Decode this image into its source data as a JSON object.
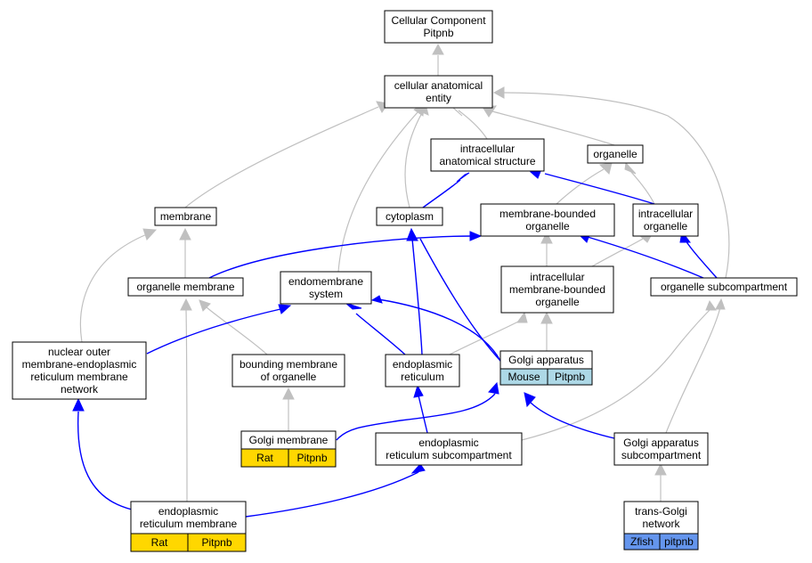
{
  "colors": {
    "gray_edge": "#c0c0c0",
    "blue_edge": "#0000ff",
    "mouse": "#add8e6",
    "rat": "#ffd700",
    "zfish": "#6495ed"
  },
  "nodes": {
    "root": [
      "Cellular Component",
      "Pitpnb"
    ],
    "cae": [
      "cellular anatomical",
      "entity"
    ],
    "ias": [
      "intracellular",
      "anatomical structure"
    ],
    "organelle": [
      "organelle"
    ],
    "membrane": [
      "membrane"
    ],
    "cytoplasm": [
      "cytoplasm"
    ],
    "mbo": [
      "membrane-bounded",
      "organelle"
    ],
    "io": [
      "intracellular",
      "organelle"
    ],
    "om": [
      "organelle membrane"
    ],
    "es": [
      "endomembrane",
      "system"
    ],
    "imbo": [
      "intracellular",
      "membrane-bounded",
      "organelle"
    ],
    "os": [
      "organelle subcompartment"
    ],
    "nomer": [
      "nuclear outer",
      "membrane-endoplasmic",
      "reticulum membrane",
      "network"
    ],
    "bmo": [
      "bounding membrane",
      "of organelle"
    ],
    "er": [
      "endoplasmic",
      "reticulum"
    ],
    "ga": [
      "Golgi apparatus"
    ],
    "gm": [
      "Golgi membrane"
    ],
    "ers": [
      "endoplasmic",
      "reticulum subcompartment"
    ],
    "gas": [
      "Golgi apparatus",
      "subcompartment"
    ],
    "erm": [
      "endoplasmic",
      "reticulum membrane"
    ],
    "tgn": [
      "trans-Golgi",
      "network"
    ]
  },
  "annotations": {
    "ga": [
      "Mouse",
      "Pitpnb"
    ],
    "gm": [
      "Rat",
      "Pitpnb"
    ],
    "erm": [
      "Rat",
      "Pitpnb"
    ],
    "tgn": [
      "Zfish",
      "pitpnb"
    ]
  }
}
